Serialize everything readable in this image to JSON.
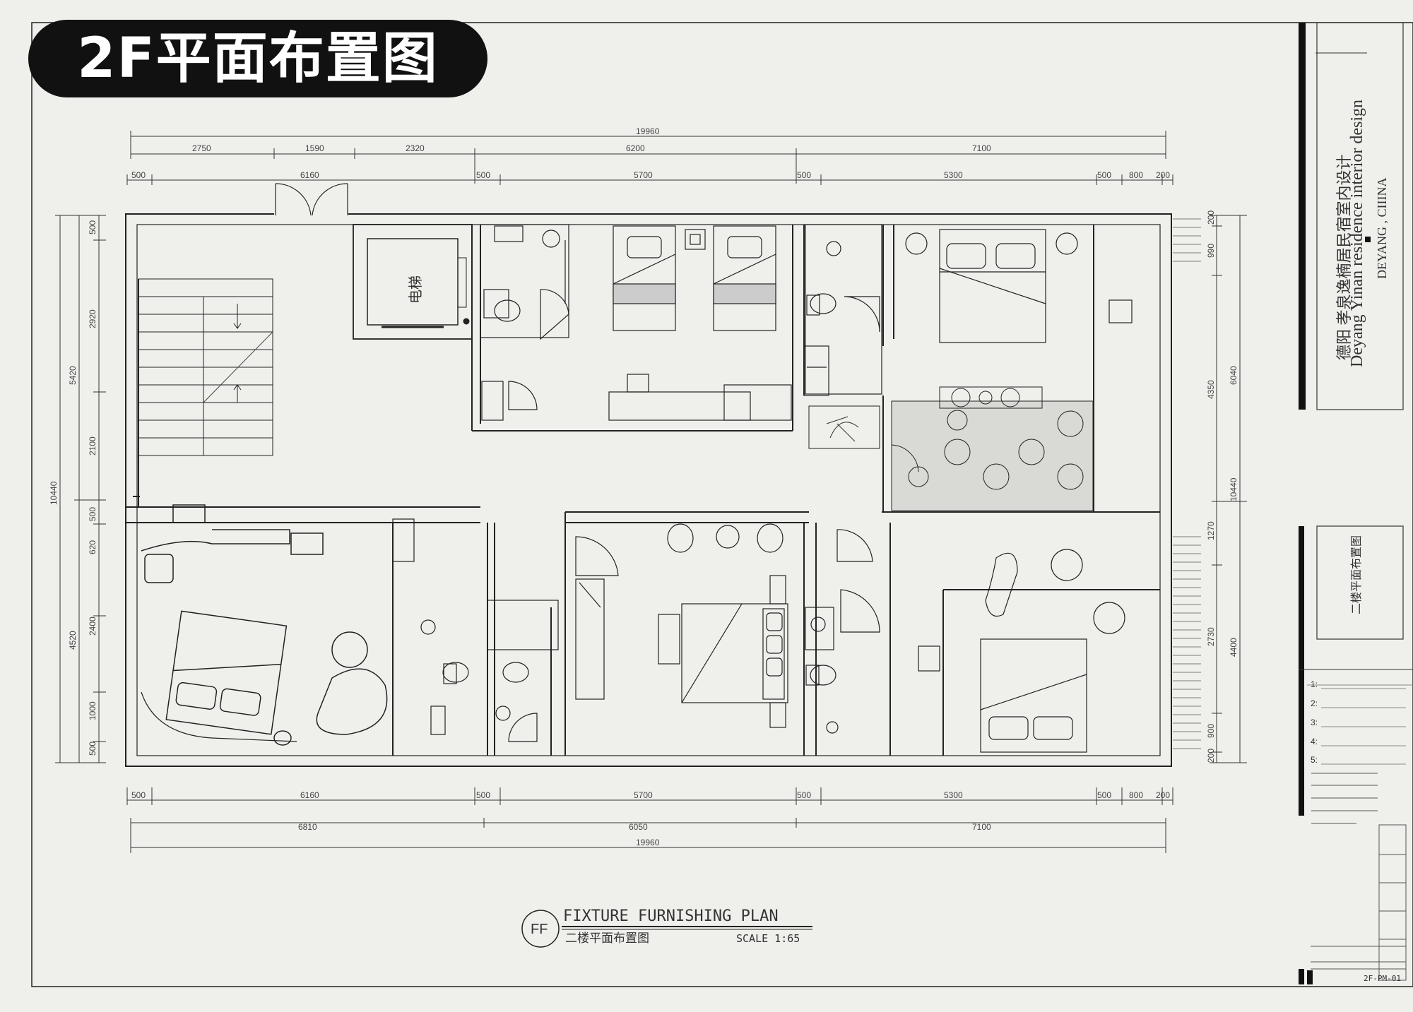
{
  "page_title": "2F平面布置图",
  "elevator_label": "电梯",
  "plan_caption": {
    "code": "FF",
    "title_en": "FIXTURE FURNISHING PLAN",
    "title_cn": "二楼平面布置图",
    "scale": "SCALE 1:65"
  },
  "title_block": {
    "project_cn": "德阳  孝泉逸楠居民宿室内设计",
    "project_en": "Deyang Yinan residence interior design",
    "location": "DEYANG , CIIINA",
    "drawing_name": "二楼平面布置图",
    "revision_lines": [
      "1:",
      "2:",
      "3:",
      "4:",
      "5:"
    ],
    "sheet_no": "2F-PM-01"
  },
  "dimensions": {
    "top_total": "19960",
    "top_row1": [
      "2750",
      "1590",
      "2320",
      "6200",
      "7100"
    ],
    "top_row2": [
      "500",
      "6160",
      "500",
      "5700",
      "500",
      "5300",
      "500",
      "800",
      "200"
    ],
    "bottom_row1": [
      "500",
      "6160",
      "500",
      "5700",
      "500",
      "5300",
      "500",
      "800",
      "200"
    ],
    "bottom_row2": [
      "6810",
      "6050",
      "7100"
    ],
    "bottom_total": "19960",
    "left_total": "10440",
    "left_row": [
      "500",
      "2920",
      "5420",
      "2100",
      "500",
      "620",
      "2400",
      "4520",
      "1000",
      "500"
    ],
    "right_total": "10440",
    "right_row": [
      "200",
      "990",
      "4350",
      "6040",
      "1270",
      "2730",
      "4400",
      "900",
      "200"
    ],
    "interior": "200"
  }
}
